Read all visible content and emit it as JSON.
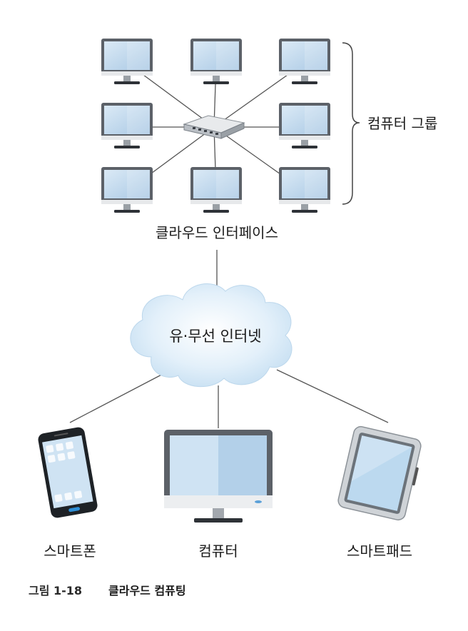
{
  "labels": {
    "computer_group": "컴퓨터 그룹",
    "cloud_interface": "클라우드 인터페이스",
    "internet": "유·무선 인터넷",
    "smartphone": "스마트폰",
    "computer": "컴퓨터",
    "smartpad": "스마트패드"
  },
  "caption": {
    "number": "그림 1-18",
    "title": "클라우드 컴퓨팅"
  },
  "colors": {
    "screen_light": "#cfe3f3",
    "screen_mid": "#b7d2ea",
    "monitor_frame": "#5a5f66",
    "line": "#444444",
    "cloud": "#d9ebf7"
  }
}
